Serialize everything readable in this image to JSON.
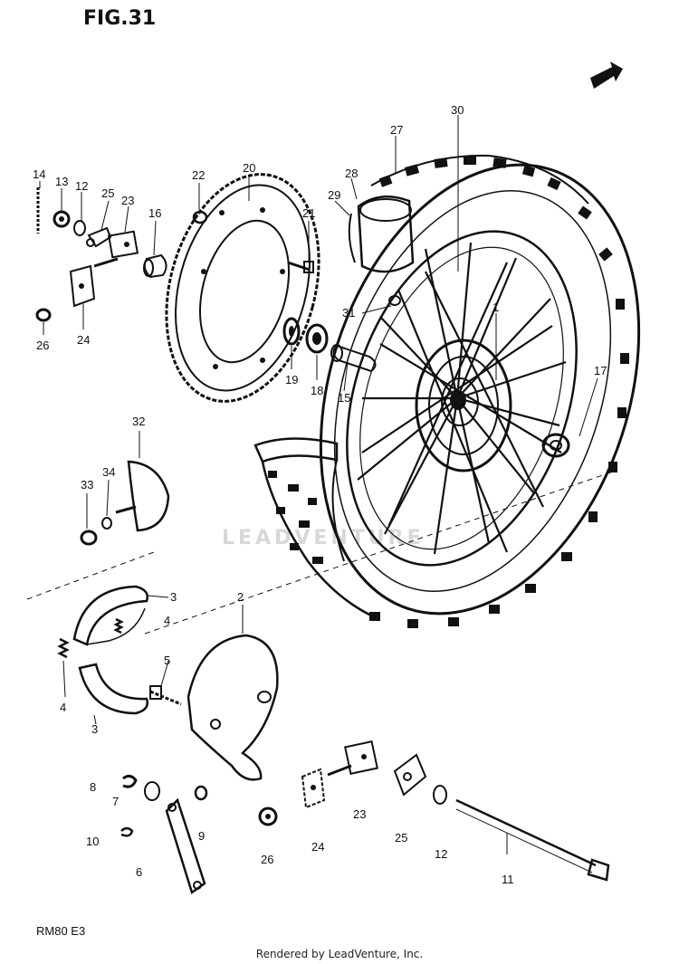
{
  "figure": {
    "title": "FIG.31",
    "model_code": "RM80 E3",
    "watermark": "LEADVENTURE",
    "footer": "Rendered by LeadVenture, Inc."
  },
  "callouts": {
    "c1": "1",
    "c2": "2",
    "c3a": "3",
    "c3b": "3",
    "c4a": "4",
    "c4b": "4",
    "c5": "5",
    "c6": "6",
    "c7": "7",
    "c8": "8",
    "c9": "9",
    "c10": "10",
    "c11": "11",
    "c12a": "12",
    "c12b": "12",
    "c13": "13",
    "c14": "14",
    "c15": "15",
    "c16": "16",
    "c17": "17",
    "c18": "18",
    "c19": "19",
    "c20": "20",
    "c21": "21",
    "c22": "22",
    "c23a": "23",
    "c23b": "23",
    "c24a": "24",
    "c24b": "24",
    "c25a": "25",
    "c25b": "25",
    "c26a": "26",
    "c26b": "26",
    "c27": "27",
    "c28": "28",
    "c29": "29",
    "c30": "30",
    "c31": "31",
    "c32": "32",
    "c33": "33",
    "c34": "34"
  },
  "icons": {
    "front_arrow": "arrow-right-icon"
  }
}
